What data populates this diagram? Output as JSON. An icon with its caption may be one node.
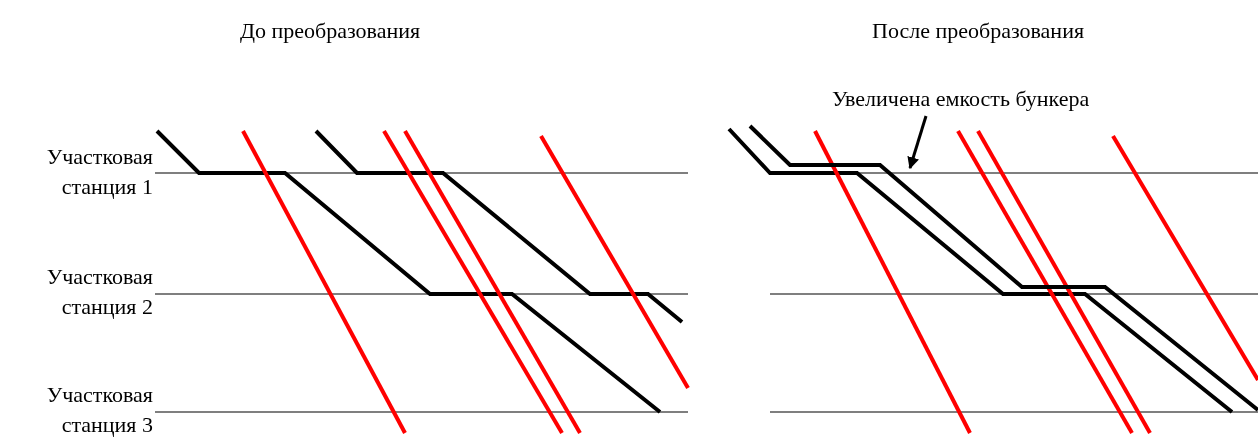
{
  "diagram": {
    "nodes": [
      {
        "text": [
          "Увеличена емкость бункера"
        ]
      },
      {
        "text": [],
        "shape": "line"
      }
    ],
    "edges": [
      {
        "from": 0,
        "to": 1,
        "arrow": "to"
      }
    ],
    "labels": [
      "До преобразования",
      "После преобразования",
      "Участковая станция 1",
      "Участковая станция 2",
      "Участковая станция 3"
    ]
  }
}
